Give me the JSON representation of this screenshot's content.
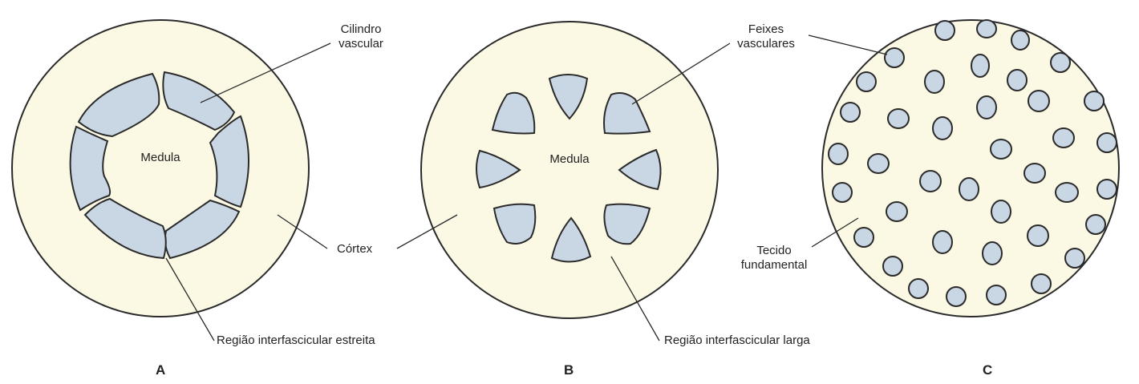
{
  "panels": {
    "a": {
      "letter": "A",
      "center_label": "Medula",
      "callout_top": "Cilindro\nvascular",
      "callout_bottom": "Região interfascicular estreita"
    },
    "b": {
      "letter": "B",
      "center_label": "Medula",
      "callout_bottom": "Região interfascicular larga"
    },
    "c": {
      "letter": "C",
      "callout_top": "Feixes\nvasculares",
      "callout_right": "Tecido\nfundamental"
    }
  },
  "shared": {
    "cortex_label": "Córtex"
  },
  "colors": {
    "ground_tissue": "#fbf8e4",
    "vascular": "#c9d6e4",
    "outline": "#2a2a2a"
  }
}
